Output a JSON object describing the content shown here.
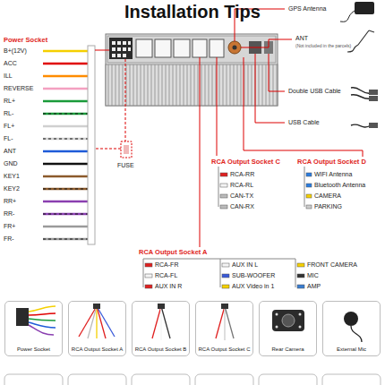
{
  "diagram": {
    "title": "Installation Tips",
    "nodes": [
      {
        "text": [
          "Power Socket"
        ]
      },
      {
        "text": [
          "RCA Output Socket A"
        ]
      },
      {
        "text": [
          "RCA Output Socket B"
        ]
      },
      {
        "text": [
          "RCA Output Socket C"
        ]
      },
      {
        "text": [
          "Rear Camera"
        ]
      },
      {
        "text": [
          "External Mic"
        ]
      }
    ],
    "labels": [
      "Power Socket",
      "B+(12V)",
      "ACC",
      "ILL",
      "REVERSE",
      "RL+",
      "RL-",
      "FL+",
      "FL-",
      "ANT",
      "GND",
      "KEY1",
      "KEY2",
      "RR+",
      "RR-",
      "FR+",
      "FR-",
      "FUSE",
      "GPS Antenna",
      "ANT",
      "(Not included in the parcels)",
      "Double USB Cable",
      "USB Cable",
      "RCA Output Socket C",
      "RCA-RR",
      "RCA-RL",
      "CAN-TX",
      "CAN-RX",
      "RCA Output Socket D",
      "WIFI Antenna",
      "Bluetooth Antenna",
      "CAMERA",
      "PARKING",
      "RCA Output Socket A",
      "RCA-FR",
      "RCA-FL",
      "AUX IN R",
      "AUX IN L",
      "SUB-WOOFER",
      "AUX Video in 1",
      "FRONT CAMERA",
      "MIC",
      "AMP"
    ]
  }
}
